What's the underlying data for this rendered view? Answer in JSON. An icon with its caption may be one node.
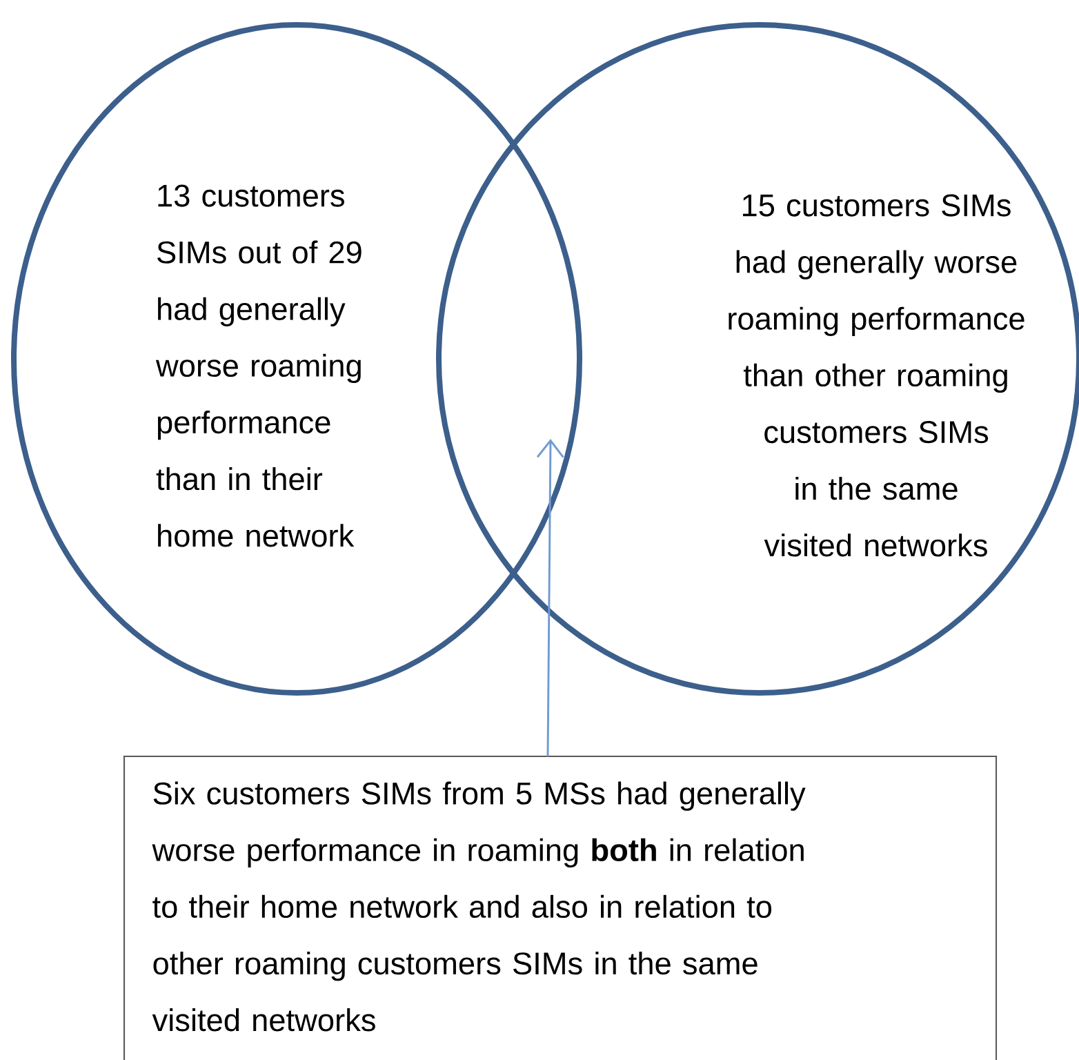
{
  "diagram": {
    "nodes": [
      {
        "text": [
          "13 customers SIMs out of 29 had generally worse roaming performance than in their home network"
        ]
      },
      {
        "text": [
          "15 customers SIMs had generally worse roaming performance than other roaming customers SIMs in the same visited networks"
        ]
      },
      {
        "text": [
          "Six customers SIMs from 5 MSs had generally worse performance in roaming **both** in relation to their home network and also in relation to other roaming customers SIMs in the same visited networks"
        ]
      }
    ],
    "edges": [
      {
        "from": 2,
        "to": 0,
        "arrow": "to"
      }
    ]
  }
}
